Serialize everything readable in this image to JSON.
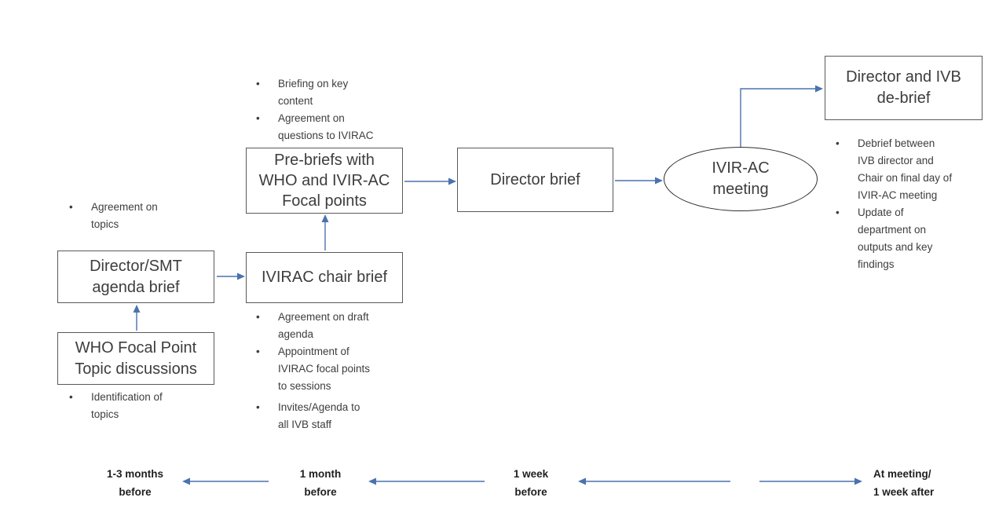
{
  "colors": {
    "bg": "#ffffff",
    "box-border": "#595959",
    "ellipse-border": "#2e2e2e",
    "text": "#3d3d3d",
    "timeline-text": "#1f1f1f",
    "arrow": "#4a72ae"
  },
  "bullet_char": "•",
  "nodes": {
    "who_topic": "WHO Focal Point\nTopic discussions",
    "director_smt": "Director/SMT\nagenda brief",
    "ivirac_chair": "IVIRAC chair brief",
    "pre_briefs": "Pre-briefs with\nWHO and IVIR-AC\nFocal points",
    "director_brief": "Director brief",
    "ivirac_meeting": "IVIR-AC\nmeeting",
    "debrief": "Director and IVB\nde-brief"
  },
  "notes": {
    "smt_above": {
      "items": [
        "Agreement on\ntopics"
      ]
    },
    "who_below": {
      "items": [
        "Identification of\ntopics"
      ]
    },
    "pre_briefs_above": {
      "items": [
        "Briefing on key\ncontent",
        "Agreement on\nquestions to IVIRAC"
      ]
    },
    "chair_below": {
      "items": [
        "Agreement on draft\nagenda",
        "Appointment of\nIVIRAC focal points\nto sessions",
        "Invites/Agenda to\nall IVB staff"
      ]
    },
    "debrief_below": {
      "items": [
        "Debrief between\nIVB director and\nChair on final day of\nIVIR-AC meeting",
        "Update of\ndepartment on\noutputs and key\nfindings"
      ]
    }
  },
  "timeline": {
    "labels": [
      "1-3 months\nbefore",
      "1 month\nbefore",
      "1 week\nbefore",
      "At meeting/\n1 week after"
    ]
  }
}
